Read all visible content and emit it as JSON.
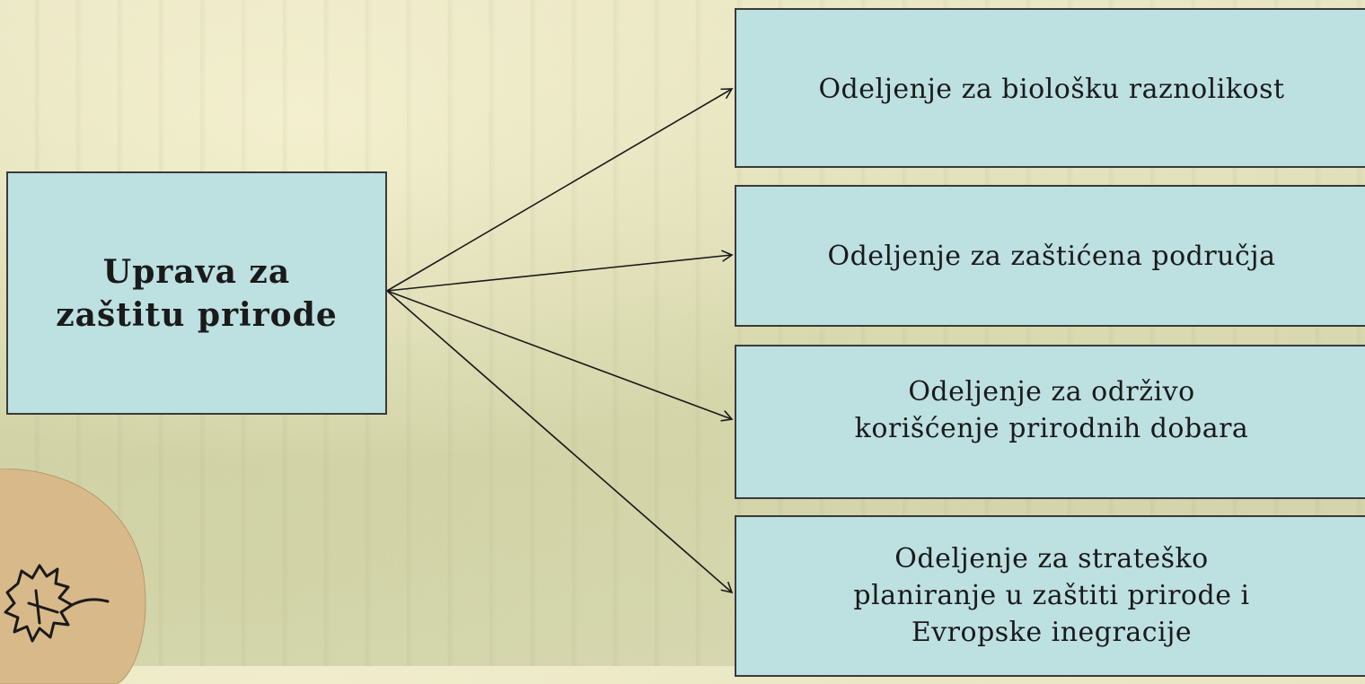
{
  "diagram": {
    "root": {
      "label": "Uprava za zaštitu prirode"
    },
    "departments": [
      {
        "label": "Odeljenje za biološku raznolikost"
      },
      {
        "label": "Odeljenje za zaštićena područja"
      },
      {
        "label": "Odeljenje za održivo korišćenje prirodnih dobara"
      },
      {
        "label": "Odeljenje za strateško planiranje u zaštiti prirode i Evropske inegracije"
      }
    ]
  },
  "colors": {
    "box_fill": "#bde0e1",
    "box_border": "#3a3a3a",
    "badge_fill": "#d8b98a"
  },
  "icons": {
    "corner_badge": "leaf-icon"
  }
}
